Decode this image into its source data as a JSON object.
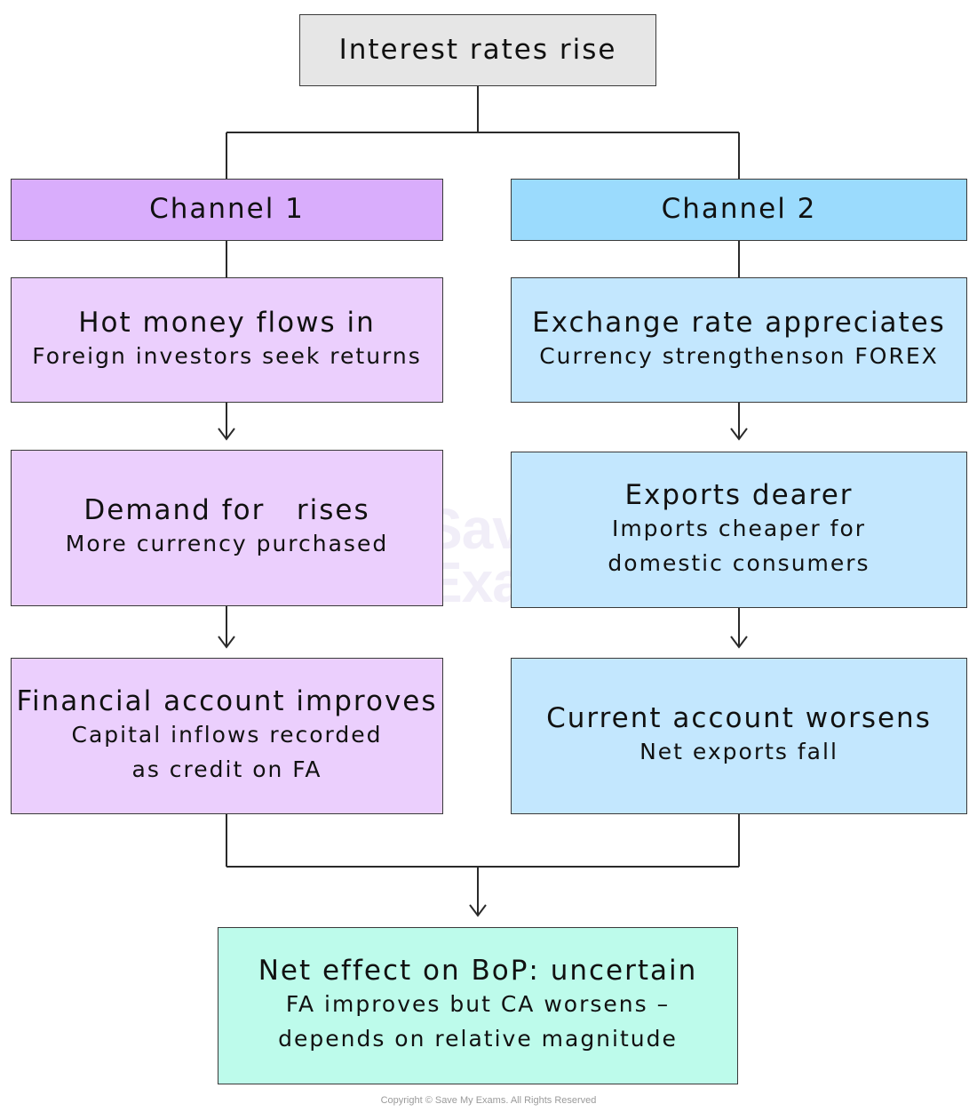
{
  "top": {
    "title": "Interest rates rise"
  },
  "channel1": {
    "header": "Channel 1",
    "step1": {
      "title": "Hot money flows in",
      "sub": "Foreign investors seek returns"
    },
    "step2": {
      "title": "Demand for   rises",
      "sub": "More currency purchased"
    },
    "step3": {
      "title": "Financial account improves",
      "sub_line1": "Capital inflows recorded",
      "sub_line2": "as credit on FA"
    }
  },
  "channel2": {
    "header": "Channel 2",
    "step1": {
      "title": "Exchange rate appreciates",
      "sub": "Currency strengthenson FOREX"
    },
    "step2": {
      "title": "Exports dearer",
      "sub_line1": "Imports cheaper for",
      "sub_line2": "domestic consumers"
    },
    "step3": {
      "title": "Current account worsens",
      "sub": "Net exports fall"
    }
  },
  "result": {
    "title": "Net effect on BoP: uncertain",
    "sub_line1": "FA improves but CA worsens –",
    "sub_line2": "depends on relative magnitude"
  },
  "watermark": {
    "line1": "Save My",
    "line2": "Exams"
  },
  "copyright": "Copyright © Save My Exams. All Rights Reserved",
  "colors": {
    "top": "#e6e6e6",
    "channel1_header": "#d9adfc",
    "channel1_box": "#ebcffd",
    "channel2_header": "#9bdbfd",
    "channel2_box": "#c3e7fe",
    "result": "#bdfbeb",
    "line": "#2a2a2a"
  }
}
